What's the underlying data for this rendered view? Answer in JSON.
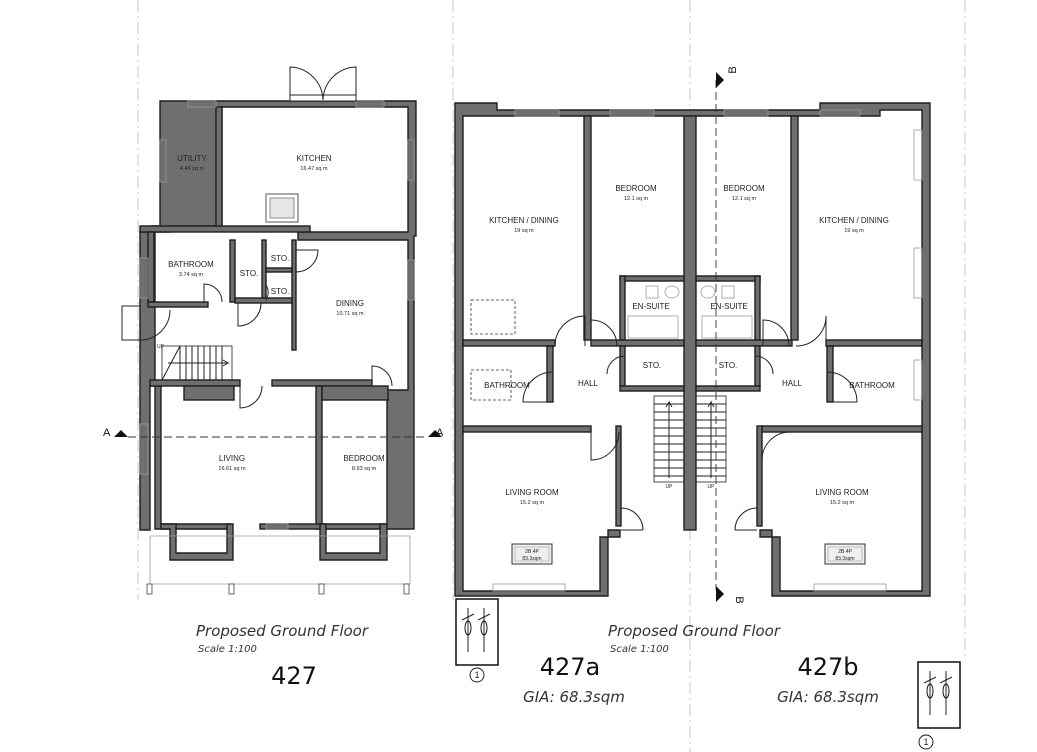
{
  "house_427": {
    "rooms": {
      "utility": {
        "label": "UTILITY",
        "area": "4.49 sq m"
      },
      "kitchen": {
        "label": "KITCHEN",
        "area": "16.47 sq m"
      },
      "bathroom": {
        "label": "BATHROOM",
        "area": "3.74 sq m"
      },
      "sto_a": {
        "label": "STO."
      },
      "sto_b": {
        "label": "STO."
      },
      "sto_c": {
        "label": "STO."
      },
      "dining": {
        "label": "DINING",
        "area": "10.71 sq m"
      },
      "living": {
        "label": "LIVING",
        "area": "16.61 sq m"
      },
      "bedroom": {
        "label": "BEDROOM",
        "area": "8.93 sq m"
      }
    },
    "stair_up": "UP",
    "section_left": "A",
    "section_right": "A",
    "title": "Proposed Ground Floor",
    "scale": "Scale 1:100",
    "number": "427"
  },
  "pair": {
    "rooms_a": {
      "kitchen": {
        "label": "KITCHEN / DINING",
        "area": "19 sq m"
      },
      "bedroom": {
        "label": "BEDROOM",
        "area": "12.1 sq m"
      },
      "ensuite": {
        "label": "EN-SUITE"
      },
      "bathroom": {
        "label": "BATHROOM"
      },
      "hall": {
        "label": "HALL"
      },
      "sto": {
        "label": "STO."
      },
      "living": {
        "label": "LIVING ROOM",
        "area": "15.2 sq m"
      }
    },
    "rooms_b": {
      "kitchen": {
        "label": "KITCHEN / DINING",
        "area": "19 sq m"
      },
      "bedroom": {
        "label": "BEDROOM",
        "area": "12.1 sq m"
      },
      "ensuite": {
        "label": "EN-SUITE"
      },
      "bathroom": {
        "label": "BATHROOM"
      },
      "hall": {
        "label": "HALL"
      },
      "sto": {
        "label": "STO."
      },
      "living": {
        "label": "LIVING ROOM",
        "area": "15.2 sq m"
      }
    },
    "tag_a": {
      "line1": "2B 4P",
      "line2": "83.3sqm"
    },
    "tag_b": {
      "line1": "2B 4P",
      "line2": "83.3sqm"
    },
    "stair_up_a": "UP",
    "stair_up_b": "UP",
    "section_top": "B",
    "section_bottom": "B",
    "title": "Proposed Ground Floor",
    "scale": "Scale 1:100",
    "unit_a": {
      "number": "427a",
      "gia": "GIA: 68.3sqm"
    },
    "unit_b": {
      "number": "427b",
      "gia": "GIA: 68.3sqm"
    },
    "bike_store_a": "1",
    "bike_store_b": "1"
  }
}
